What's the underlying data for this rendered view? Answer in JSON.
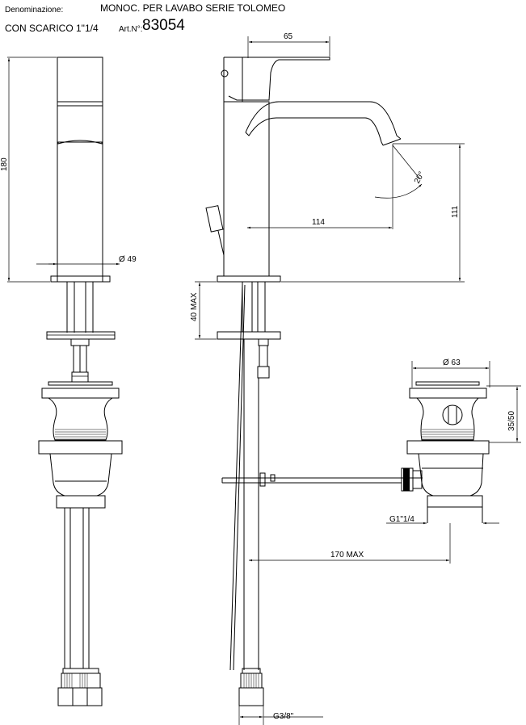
{
  "header": {
    "denomination_label": "Denominazione:",
    "product_name": "MONOC. PER LAVABO SERIE TOLOMEO",
    "product_detail": "CON SCARICO 1\"1/4",
    "article_label": "Art.N°:",
    "article_number": "83054"
  },
  "dimensions": {
    "spout_projection": "65",
    "body_diameter": "Ø 49",
    "total_height": "180",
    "spout_reach": "114",
    "spout_height": "111",
    "spout_angle": "20°",
    "deck_thickness": "40 MAX",
    "drain_diameter": "Ø 63",
    "drain_height": "35/50",
    "drain_thread": "G1\"1/4",
    "rod_length": "170 MAX",
    "hose_thread": "G3/8\""
  }
}
